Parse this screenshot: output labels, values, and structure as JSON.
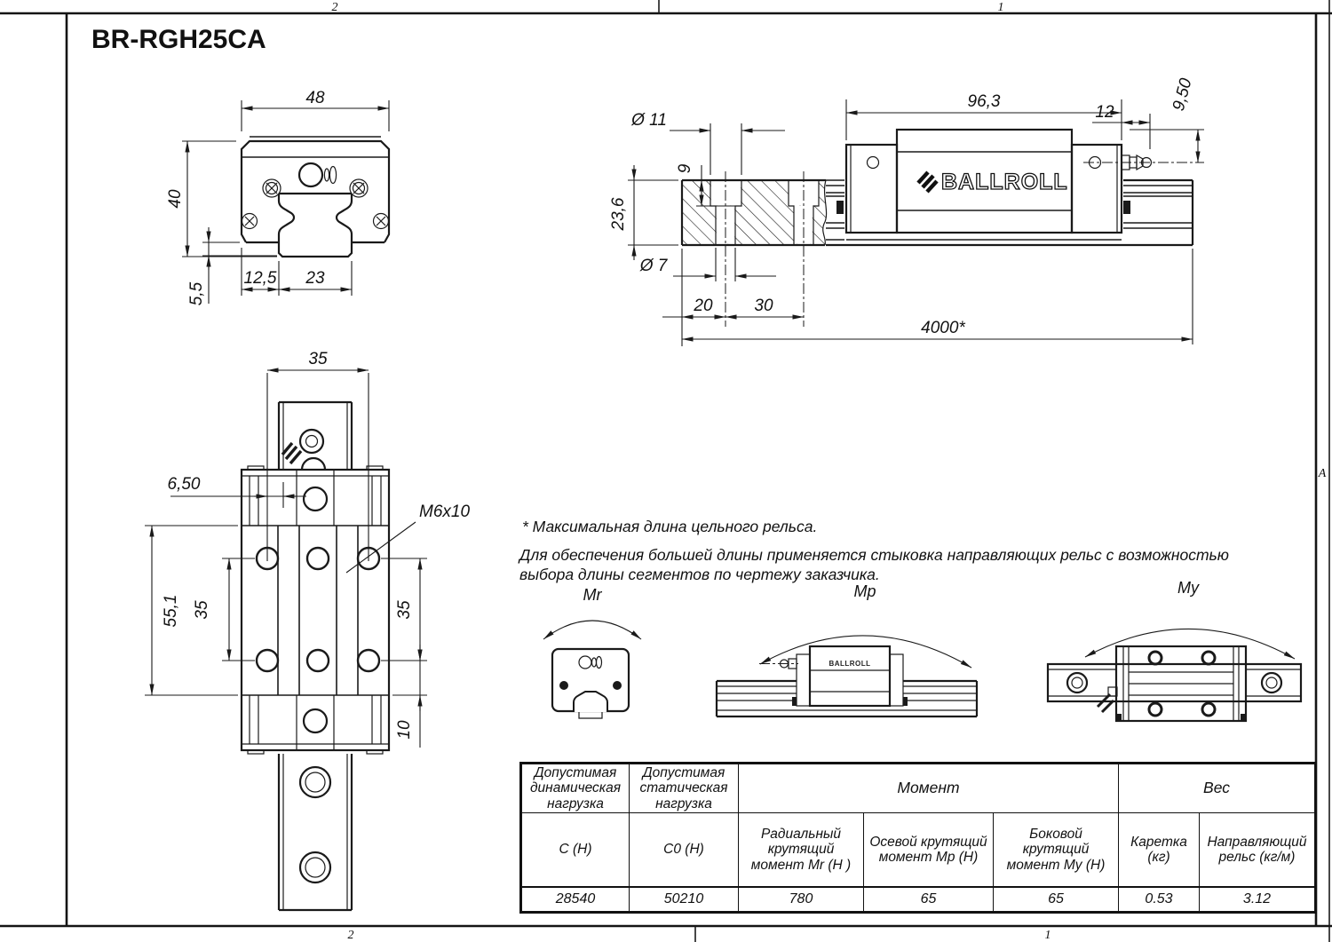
{
  "sheet": {
    "zone_top_left": "2",
    "zone_top_right": "1",
    "zone_bottom_left": "2",
    "zone_bottom_right": "1",
    "zone_right": "A"
  },
  "title": "BR-RGH25CA",
  "brand": {
    "logo": "BALLROLL"
  },
  "front_view": {
    "width": "48",
    "height": "40",
    "offset": "12,5",
    "rail_width": "23",
    "base_height": "5,5"
  },
  "side_view": {
    "carriage_length": "96,3",
    "end_length": "12",
    "nipple_height": "9,50",
    "counterbore_dia": "Ø 11",
    "counterbore_depth": "9",
    "rail_height": "23,6",
    "hole_dia": "Ø 7",
    "end_to_hole": "20",
    "hole_pitch": "30",
    "rail_length": "4000*"
  },
  "top_view": {
    "hole_span": "35",
    "edge_offset": "6,50",
    "thread": "M6x10",
    "carriage_body_length": "55,1",
    "hole_pitch_left": "35",
    "hole_pitch_right": "35",
    "end_offset": "10"
  },
  "notes": {
    "line1": "* Максимальная длина цельного рельса.",
    "line2": "Для обеспечения большей длины применяется стыковка направляющих рельс с возможностью",
    "line3": "выбора длины сегментов по чертежу заказчика."
  },
  "moments": {
    "radial": "Mr",
    "axial": "Mp",
    "lateral": "My",
    "logo_small": "BALLROLL"
  },
  "table": {
    "header_dynamic": "Допустимая динамическая нагрузка",
    "header_static": "Допустимая статическая нагрузка",
    "header_moment": "Момент",
    "header_weight": "Вес",
    "sub_c": "C (H)",
    "sub_c0": "C0 (H)",
    "sub_mr": "Радиальный крутящий момент Mr (H )",
    "sub_mp": "Осевой крутящий момент Mp (H)",
    "sub_my": "Боковой крутящий момент My (H)",
    "sub_carriage": "Каретка (кг)",
    "sub_rail": "Направляющий рельс (кг/м)",
    "val_c": "28540",
    "val_c0": "50210",
    "val_mr": "780",
    "val_mp": "65",
    "val_my": "65",
    "val_carriage": "0.53",
    "val_rail": "3.12"
  }
}
